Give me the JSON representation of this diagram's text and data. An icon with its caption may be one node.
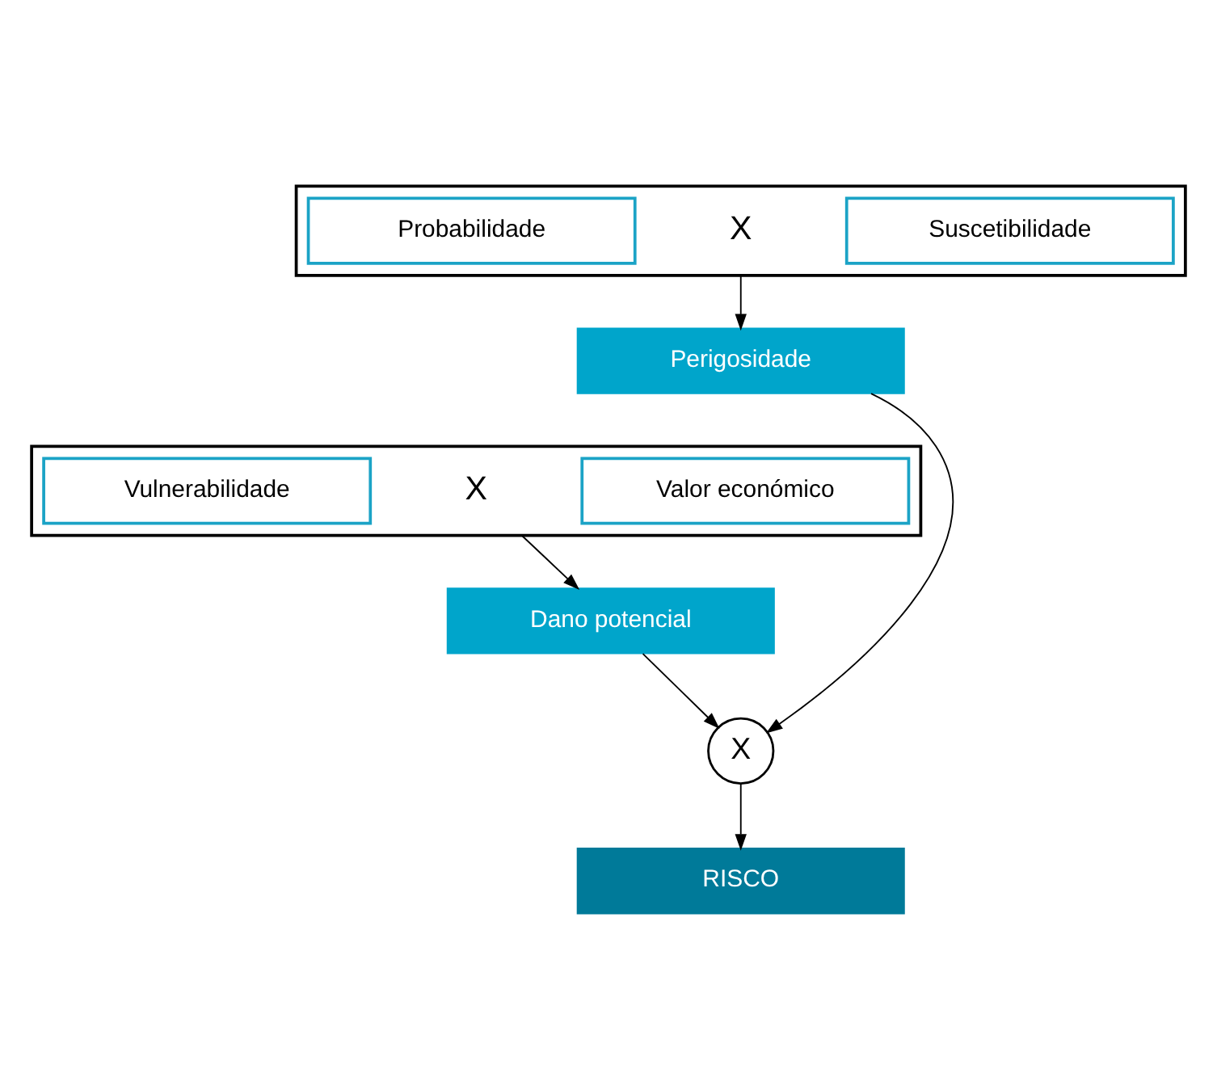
{
  "diagram": {
    "nodes": [
      {
        "text": [],
        "shape": "box"
      },
      {
        "text": [
          "Probabilidade"
        ],
        "in": 0
      },
      {
        "text": [
          "X"
        ],
        "in": 0
      },
      {
        "text": [
          "Suscetibilidade"
        ],
        "in": 0
      },
      {
        "text": [
          "Perigosidade"
        ]
      },
      {
        "text": [],
        "shape": "box"
      },
      {
        "text": [
          "Vulnerabilidade"
        ],
        "in": 5
      },
      {
        "text": [
          "X"
        ],
        "in": 5
      },
      {
        "text": [
          "Valor económico"
        ],
        "in": 5
      },
      {
        "text": [
          "Dano potencial"
        ]
      },
      {
        "text": [
          "X"
        ]
      },
      {
        "text": [
          "RISCO"
        ]
      }
    ],
    "edges": [
      {
        "from": 0,
        "to": 4,
        "arrow": "to"
      },
      {
        "from": 4,
        "to": 10,
        "arrow": "to"
      },
      {
        "from": 5,
        "to": 9,
        "arrow": "to"
      },
      {
        "from": 9,
        "to": 10,
        "arrow": "to"
      },
      {
        "from": 10,
        "to": 11,
        "arrow": "to"
      }
    ]
  }
}
